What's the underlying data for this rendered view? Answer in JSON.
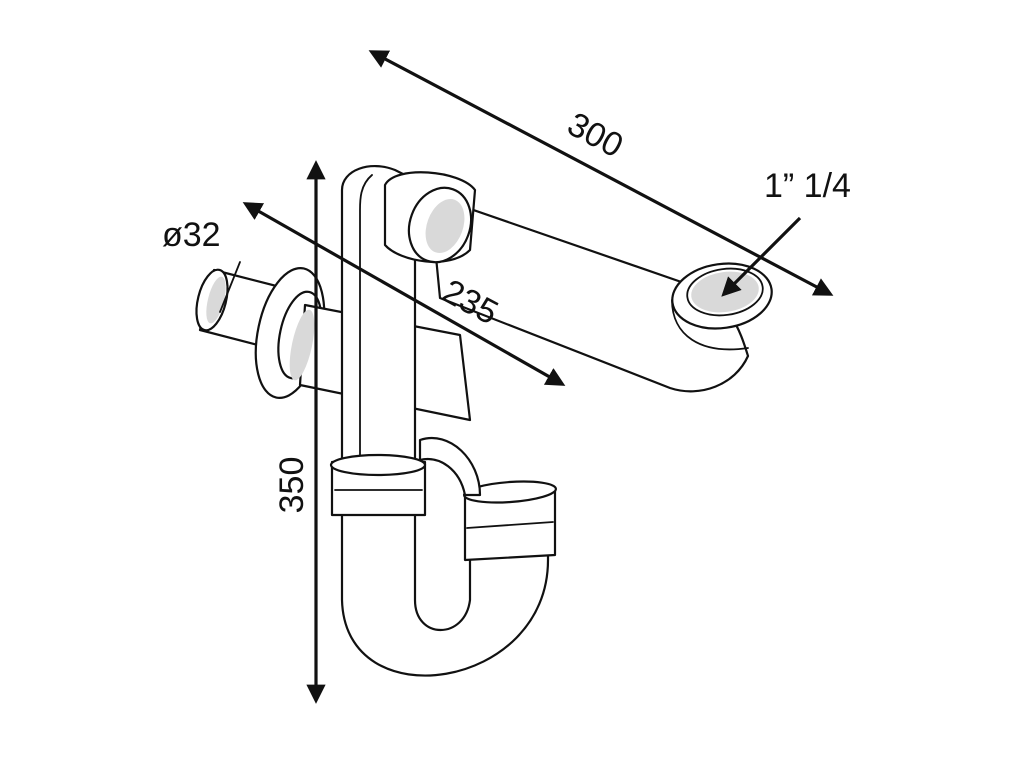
{
  "diagram": {
    "dimensions": {
      "length_top": "300",
      "length_mid": "235",
      "height": "350",
      "diameter": "ø32",
      "thread": "1” 1/4"
    },
    "colors": {
      "line": "#111111",
      "fill": "#ffffff",
      "shade": "#d9d9d9"
    }
  }
}
